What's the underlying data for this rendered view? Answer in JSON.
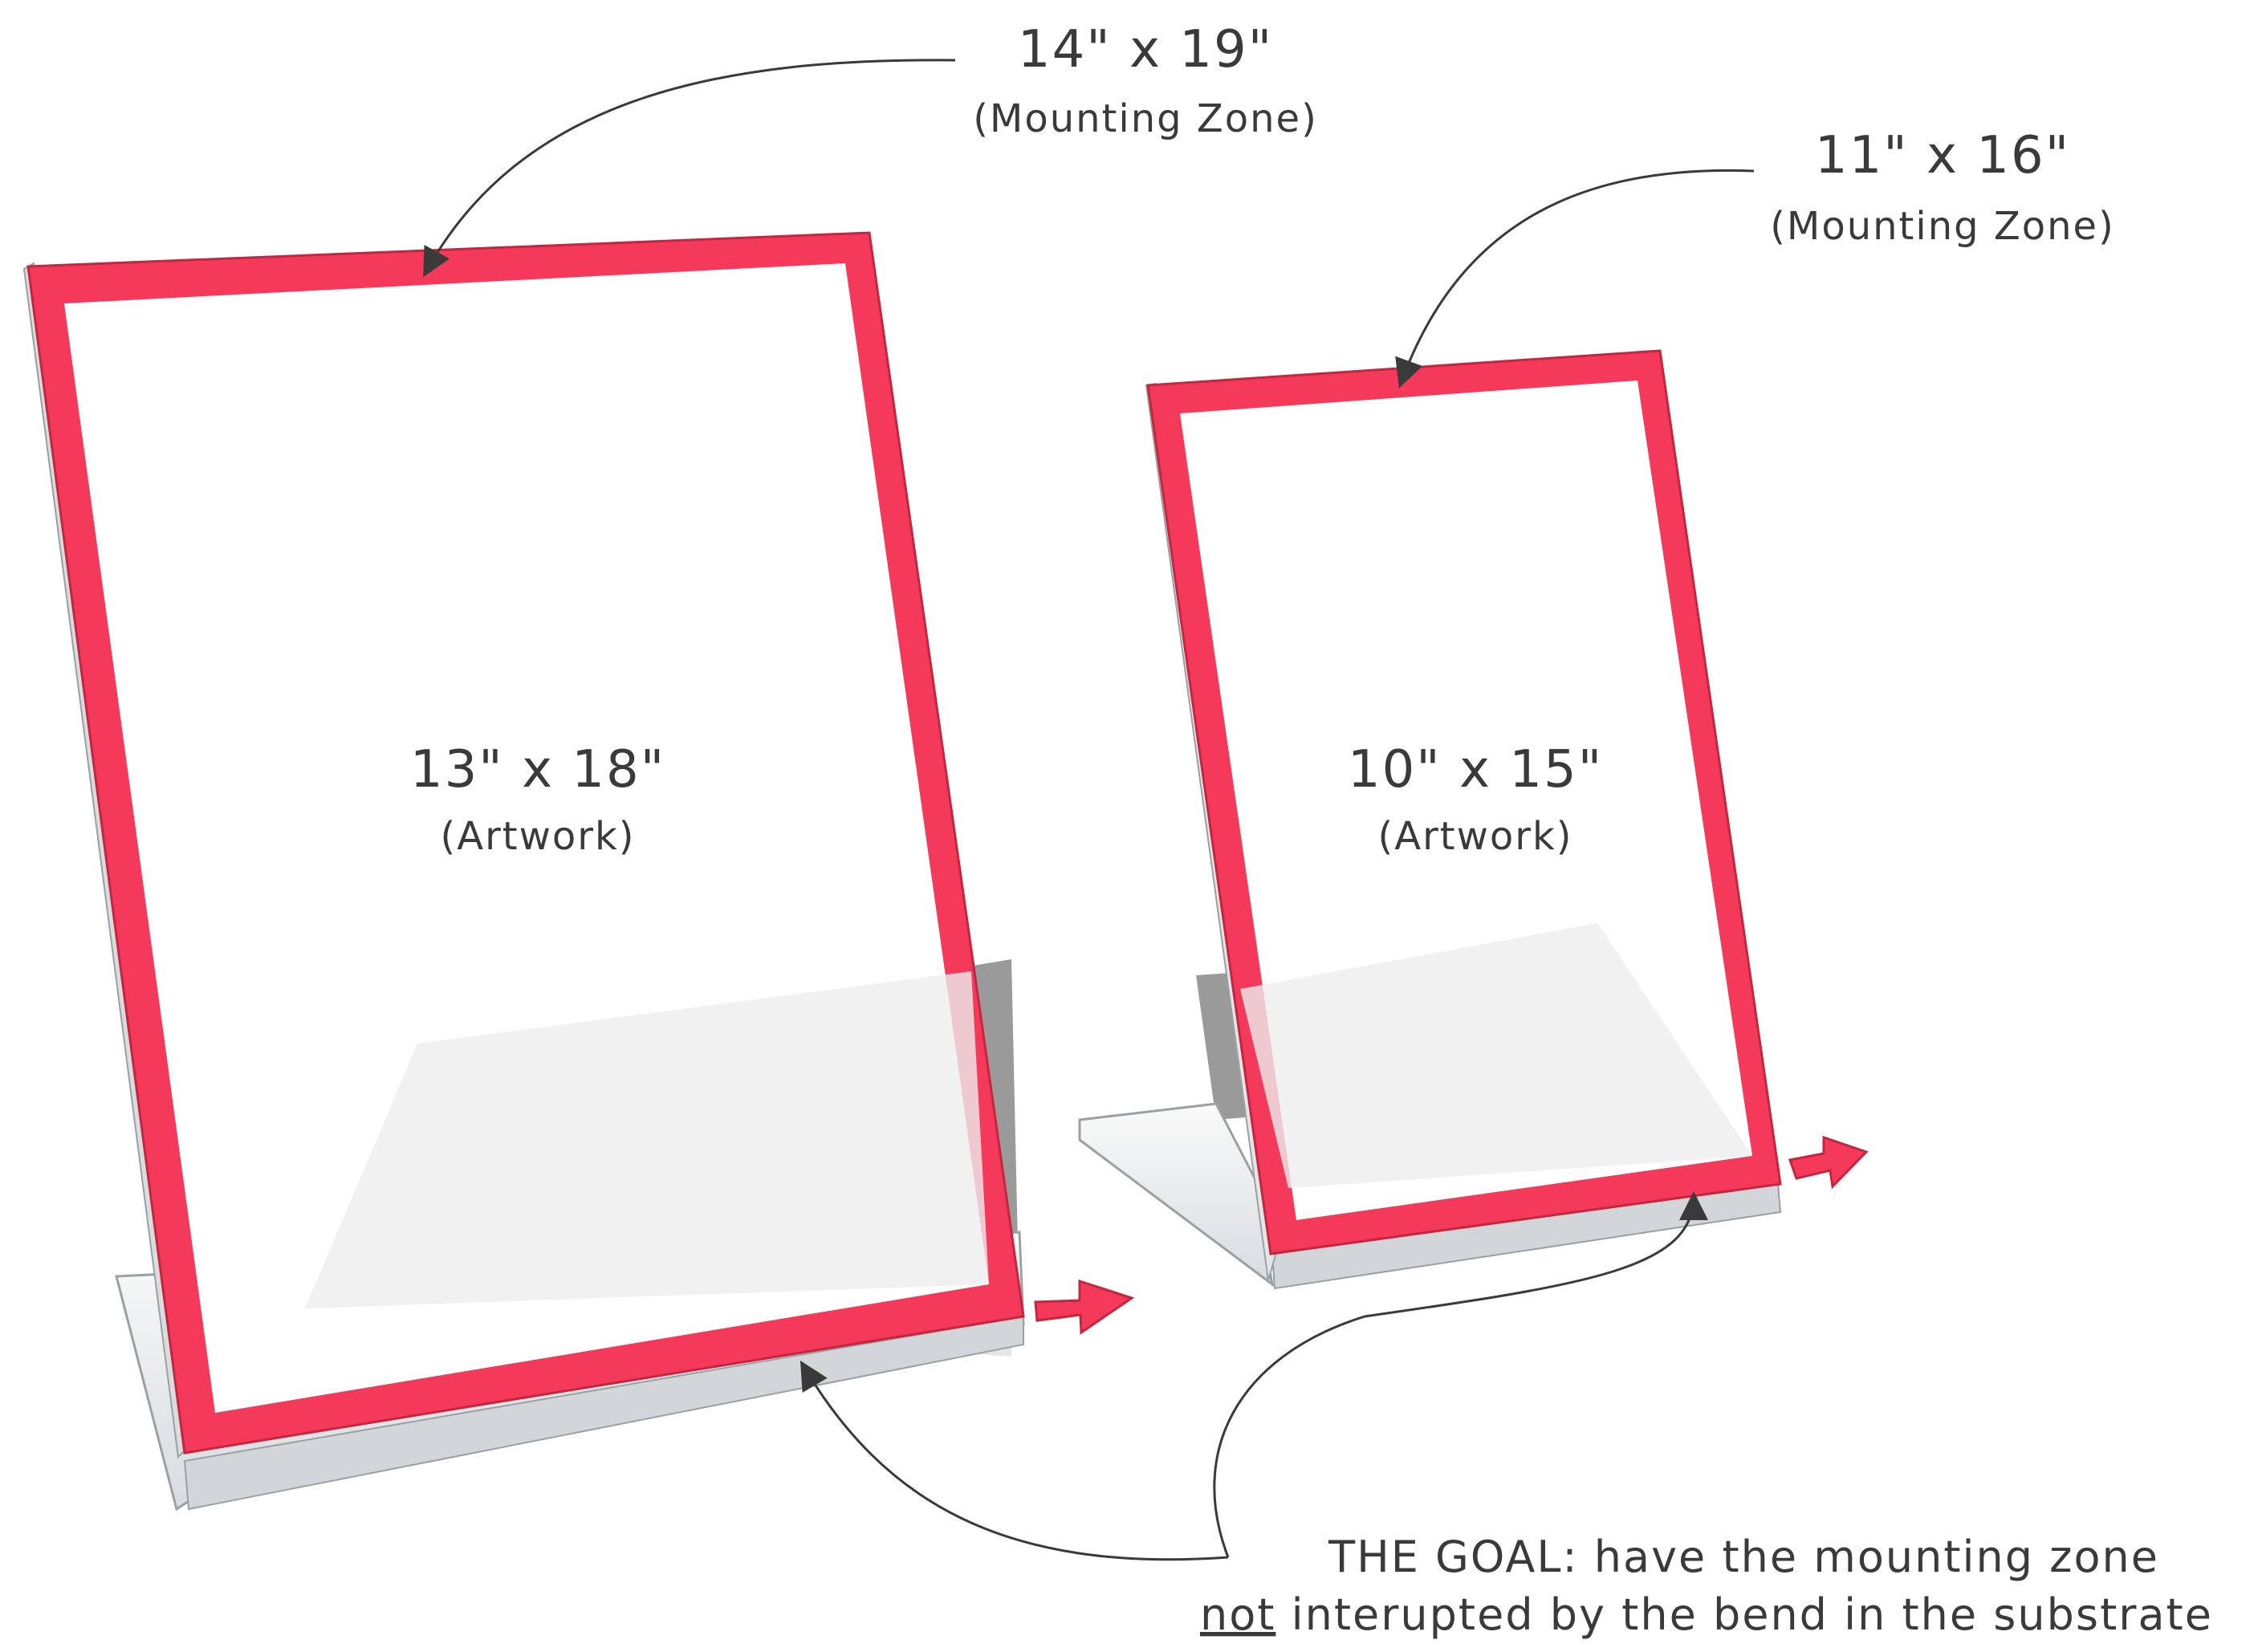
{
  "colors": {
    "mounting_zone": "#f5395a",
    "mounting_zone_edge": "#c4263f",
    "acrylic": "#e9ecef",
    "shadow": "#bdbdbd",
    "annotation": "#3a3a3a"
  },
  "large_stand": {
    "mounting_zone_size": "14\" x 19\"",
    "mounting_zone_label": "(Mounting Zone)",
    "artwork_size": "13\" x 18\"",
    "artwork_label": "(Artwork)"
  },
  "small_stand": {
    "mounting_zone_size": "11\" x 16\"",
    "mounting_zone_label": "(Mounting Zone)",
    "artwork_size": "10\" x 15\"",
    "artwork_label": "(Artwork)"
  },
  "goal": {
    "line1": "THE GOAL: have the mounting zone",
    "line2_underlined": "not",
    "line2_rest": " interupted by the bend in the substrate"
  },
  "icons": {
    "pointer_arrow": "arrow-right-icon"
  }
}
